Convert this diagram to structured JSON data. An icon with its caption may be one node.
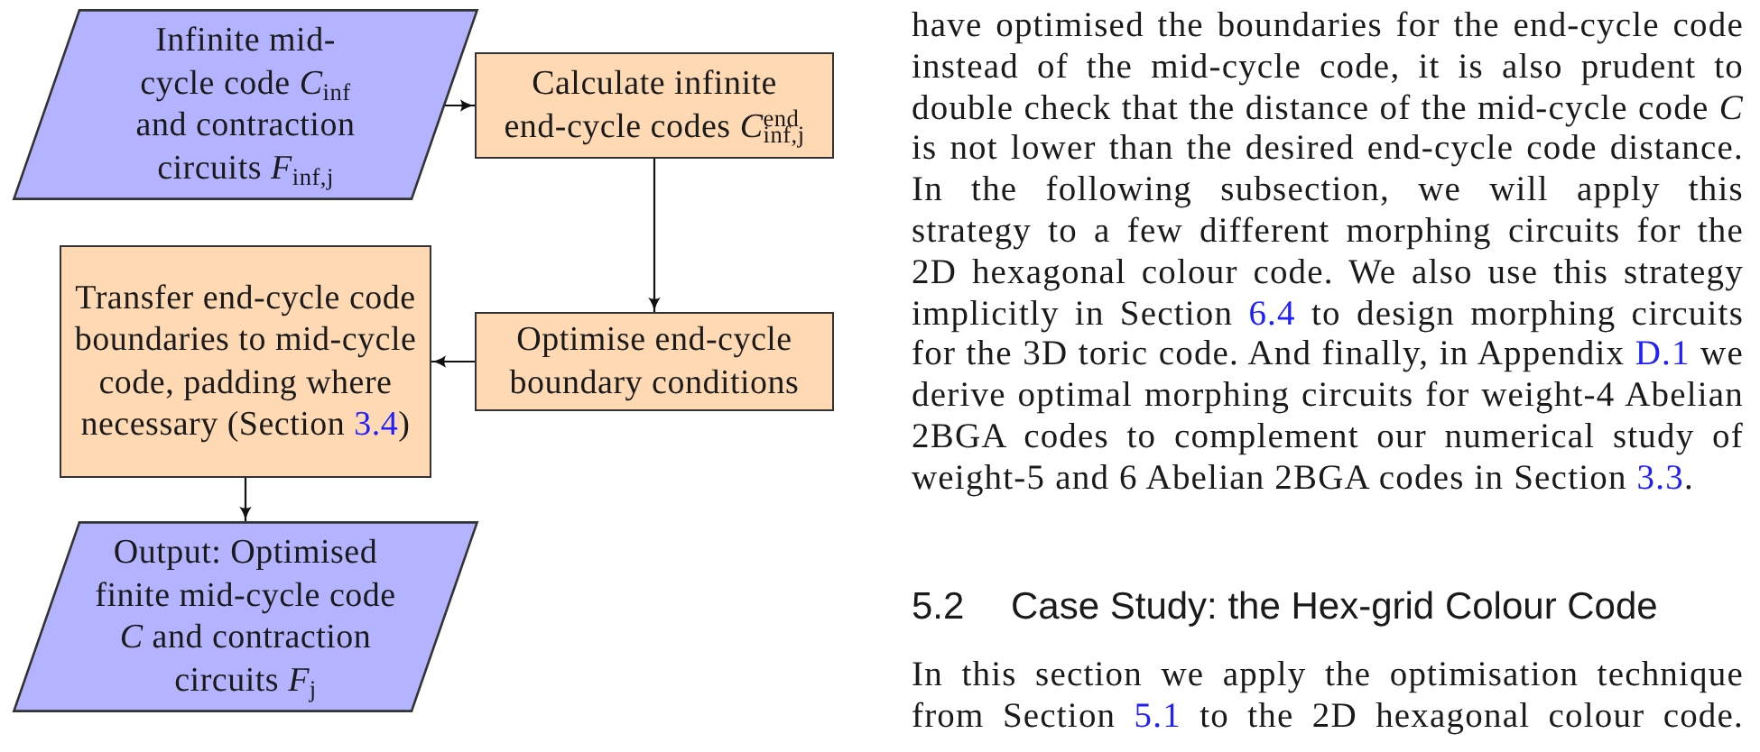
{
  "diagram": {
    "nodes": [
      {
        "text": [
          "Infinite mid-cycle code *C*$_{inf}$ and contraction circuits *F*$_{inf,j}$"
        ]
      },
      {
        "text": [
          "Calculate infinite end-cycle codes *C*$^{end}$$_{inf,j}$"
        ]
      },
      {
        "text": [
          "Optimise end-cycle boundary conditions"
        ]
      },
      {
        "text": [
          "Transfer end-cycle code boundaries to mid-cycle code, padding where necessary (Section 3.4)"
        ]
      },
      {
        "text": [
          "Output: Optimised finite mid-cycle code *C* and contraction circuits *F*$_{j}$"
        ]
      }
    ],
    "edges": [
      {
        "from": 0,
        "to": 1,
        "arrow": "to"
      },
      {
        "from": 1,
        "to": 2,
        "arrow": "to"
      },
      {
        "from": 2,
        "to": 3,
        "arrow": "to"
      },
      {
        "from": 3,
        "to": 4,
        "arrow": "to"
      }
    ],
    "labels": [
      "have optimised the boundaries for the end-cycle code instead of the mid-cycle code, it is also prudent to double check that the distance of the mid-cycle code *C* is not lower than the desired end-cycle code distance. In the following subsection, we will apply this strategy to a few different morphing circuits for the 2D hexagonal colour code. We also use this strategy implicitly in Section 6.4 to design morphing circuits for the 3D toric code. And finally, in Appendix D.1 we derive optimal morphing circuits for weight-4 Abelian 2BGA codes to complement our numerical study of weight-5 and 6 Abelian 2BGA codes in Section 3.3.",
      "5.2",
      "Case Study: the Hex-grid Colour Code",
      "In this section we apply the optimisation technique from Section 5.1 to the 2D hexagonal colour code."
    ]
  }
}
